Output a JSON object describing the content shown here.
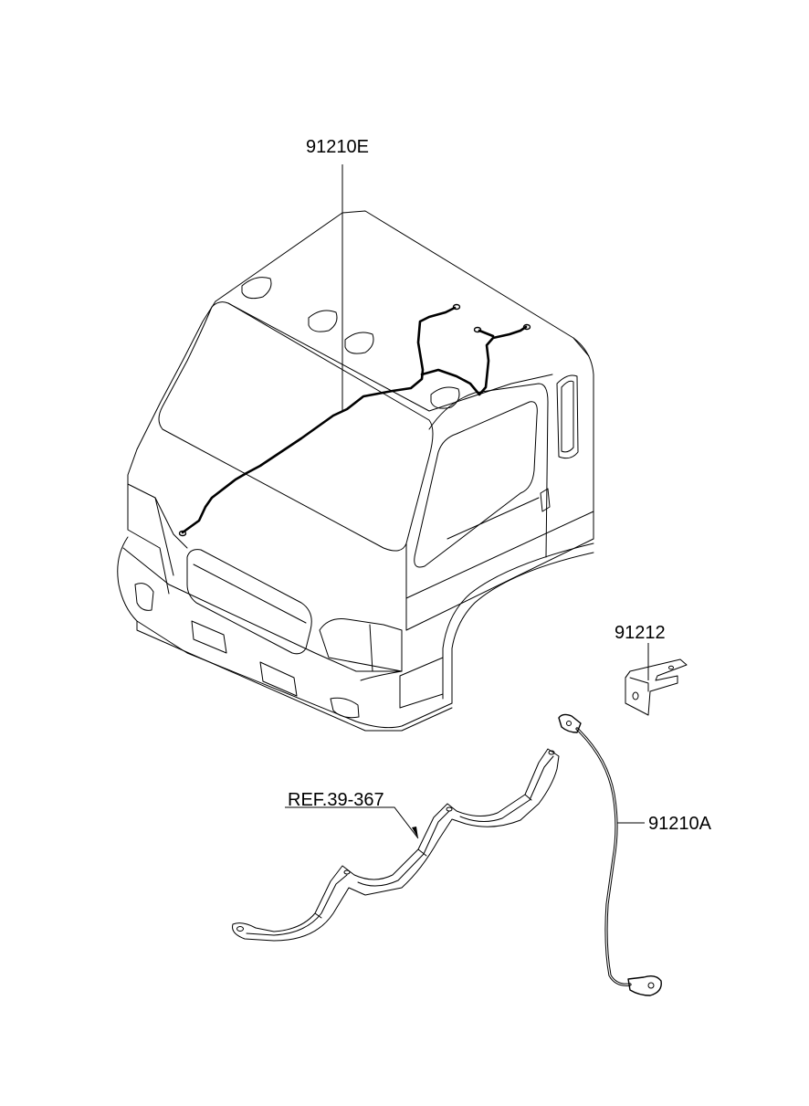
{
  "callouts": {
    "wiring_harness": "91210E",
    "bracket": "91212",
    "battery_cable": "91210A",
    "reference": "REF.39-367"
  }
}
